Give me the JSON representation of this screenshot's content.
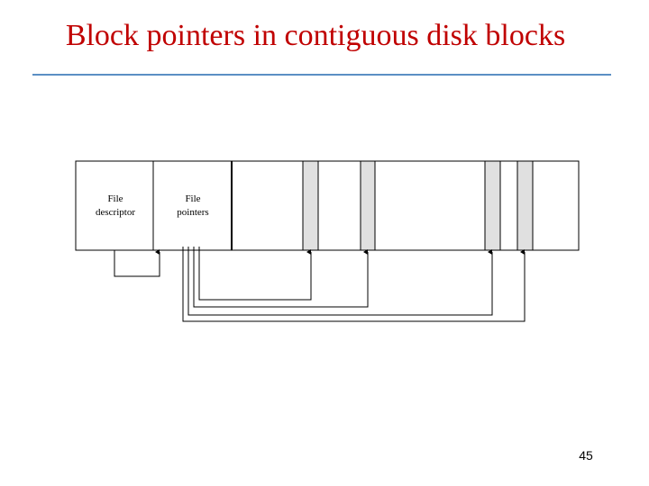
{
  "slide": {
    "title": "Block pointers in contiguous disk blocks",
    "page_number": "45"
  },
  "diagram": {
    "file_descriptor_label_line1": "File",
    "file_descriptor_label_line2": "descriptor",
    "file_pointers_label_line1": "File",
    "file_pointers_label_line2": "pointers"
  },
  "colors": {
    "title": "#c00000",
    "rule": "#5b8fc4",
    "block_fill": "#e0e0e0",
    "line": "#000000"
  }
}
